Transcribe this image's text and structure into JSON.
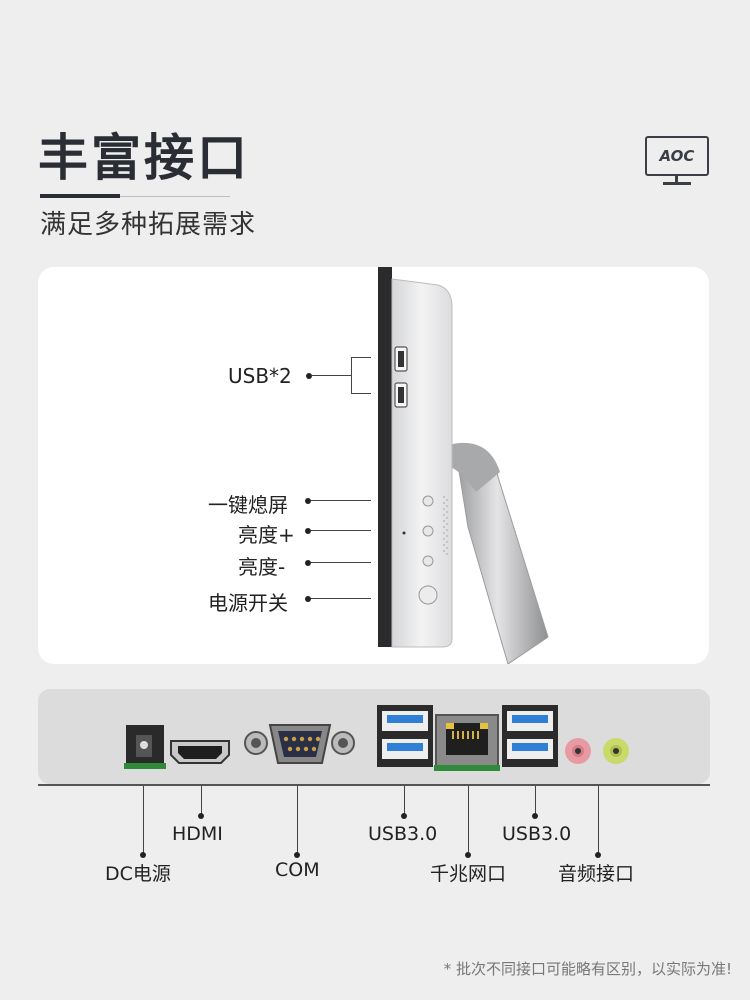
{
  "heading": {
    "title": "丰富接口",
    "subtitle": "满足多种拓展需求"
  },
  "logo": {
    "text": "AOC",
    "icon": "monitor-logo-icon"
  },
  "side_panel": {
    "labels": {
      "usb": "USB*2",
      "screen_off": "一键熄屏",
      "brightness_up": "亮度+",
      "brightness_down": "亮度-",
      "power": "电源开关"
    }
  },
  "rear_panel": {
    "labels": {
      "hdmi": "HDMI",
      "dc": "DC电源",
      "com": "COM",
      "usb3_left": "USB3.0",
      "lan": "千兆网口",
      "usb3_right": "USB3.0",
      "audio": "音频接口"
    }
  },
  "footnote": "* 批次不同接口可能略有区别，以实际为准!",
  "colors": {
    "background": "#efeeee",
    "usb3_blue": "#2f7fd6",
    "audio_pink": "#e79aa2",
    "audio_green": "#c9d96a",
    "dc_green": "#2f8a3a"
  }
}
